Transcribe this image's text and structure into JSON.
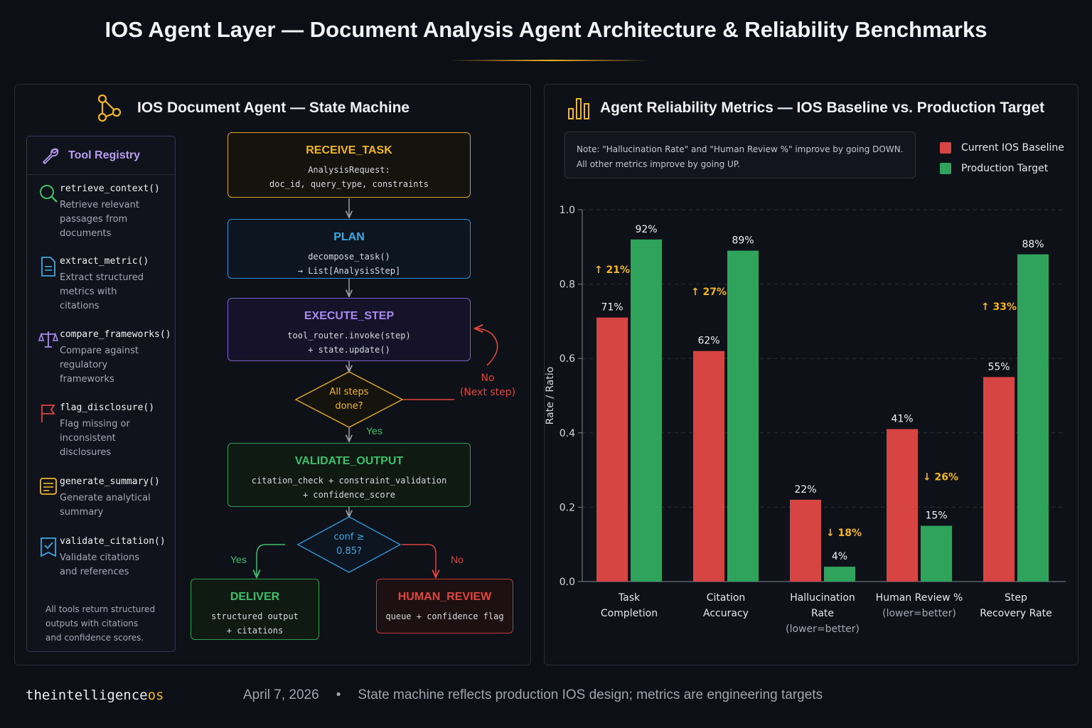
{
  "title": "IOS Agent Layer — Document Analysis Agent Architecture & Reliability Benchmarks",
  "left_panel": {
    "heading": "IOS Document Agent — State Machine",
    "registry": {
      "heading": "Tool Registry",
      "tools": [
        {
          "name": "retrieve_context()",
          "desc": "Retrieve relevant\npassages from\ndocuments",
          "icon": "magnifier-icon"
        },
        {
          "name": "extract_metric()",
          "desc": "Extract structured\nmetrics with\ncitations",
          "icon": "document-icon"
        },
        {
          "name": "compare_frameworks()",
          "desc": "Compare against\nregulatory\nframeworks",
          "icon": "scales-icon"
        },
        {
          "name": "flag_disclosure()",
          "desc": "Flag missing or\ninconsistent\ndisclosures",
          "icon": "flag-icon"
        },
        {
          "name": "generate_summary()",
          "desc": "Generate analytical\nsummary",
          "icon": "summary-icon"
        },
        {
          "name": "validate_citation()",
          "desc": "Validate citations\nand references",
          "icon": "check-shield-icon"
        }
      ],
      "footer": "All tools return structured\noutputs with citations\nand confidence scores."
    },
    "flow": {
      "receive": {
        "title": "RECEIVE_TASK",
        "sub": "AnalysisRequest:\ndoc_id, query_type, constraints"
      },
      "plan": {
        "title": "PLAN",
        "sub": "decompose_task()\n→ List[AnalysisStep]"
      },
      "execute": {
        "title": "EXECUTE_STEP",
        "sub": "tool_router.invoke(step)\n+ state.update()"
      },
      "decision1": "All steps\ndone?",
      "loop_label": "No\n(Next step)",
      "yes1": "Yes",
      "validate": {
        "title": "VALIDATE_OUTPUT",
        "sub": "citation_check + constraint_validation\n+ confidence_score"
      },
      "decision2": "conf ≥\n0.85?",
      "yes2": "Yes",
      "no2": "No",
      "deliver": {
        "title": "DELIVER",
        "sub": "structured output\n+ citations"
      },
      "human": {
        "title": "HUMAN_REVIEW",
        "sub": "queue + confidence flag"
      }
    }
  },
  "right_panel": {
    "heading": "Agent Reliability Metrics — IOS Baseline vs. Production Target",
    "note": {
      "line1": "Note: \"Hallucination Rate\" and \"Human Review %\" improve by going DOWN.",
      "line2": "All other metrics improve by going UP."
    }
  },
  "chart_data": {
    "type": "bar",
    "ylabel": "Rate / Ratio",
    "ylim": [
      0,
      1.0
    ],
    "yticks": [
      "0.0",
      "0.2",
      "0.4",
      "0.6",
      "0.8",
      "1.0"
    ],
    "grid": true,
    "legend_position": "top-right",
    "categories": [
      [
        "Task",
        "Completion"
      ],
      [
        "Citation",
        "Accuracy"
      ],
      [
        "Hallucination",
        "Rate",
        "(lower=better)"
      ],
      [
        "Human Review %",
        "(lower=better)"
      ],
      [
        "Step",
        "Recovery Rate"
      ]
    ],
    "series": [
      {
        "name": "Current IOS Baseline",
        "color": "#d64541",
        "values": [
          0.71,
          0.62,
          0.22,
          0.41,
          0.55
        ],
        "labels": [
          "71%",
          "62%",
          "22%",
          "41%",
          "55%"
        ]
      },
      {
        "name": "Production Target",
        "color": "#2fa35b",
        "values": [
          0.92,
          0.89,
          0.04,
          0.15,
          0.88
        ],
        "labels": [
          "92%",
          "89%",
          "4%",
          "15%",
          "88%"
        ]
      }
    ],
    "deltas": [
      "↑ 21%",
      "↑ 27%",
      "↓ 18%",
      "↓ 26%",
      "↑ 33%"
    ],
    "delta_color": "#f1b528"
  },
  "footer": {
    "brand_prefix": "the",
    "brand_main": "intelligence",
    "brand_suffix": "os",
    "date": "April 7, 2026",
    "separator": "•",
    "caption": "State machine reflects production IOS design; metrics are engineering targets"
  }
}
